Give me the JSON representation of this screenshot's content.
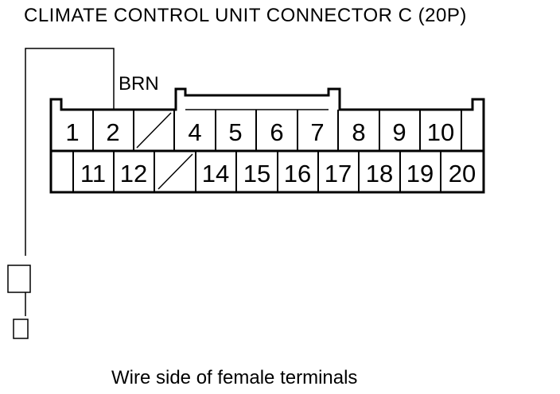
{
  "title": "CLIMATE CONTROL UNIT CONNECTOR C (20P)",
  "caption": "Wire side of female terminals",
  "wire_label": "BRN",
  "top_row": [
    "1",
    "2",
    "",
    "4",
    "5",
    "6",
    "7",
    "8",
    "9",
    "10"
  ],
  "bottom_row": [
    "11",
    "12",
    "",
    "14",
    "15",
    "16",
    "17",
    "18",
    "19",
    "20"
  ],
  "empty_cavities": [
    "3",
    "13"
  ],
  "wired_terminal": "2"
}
